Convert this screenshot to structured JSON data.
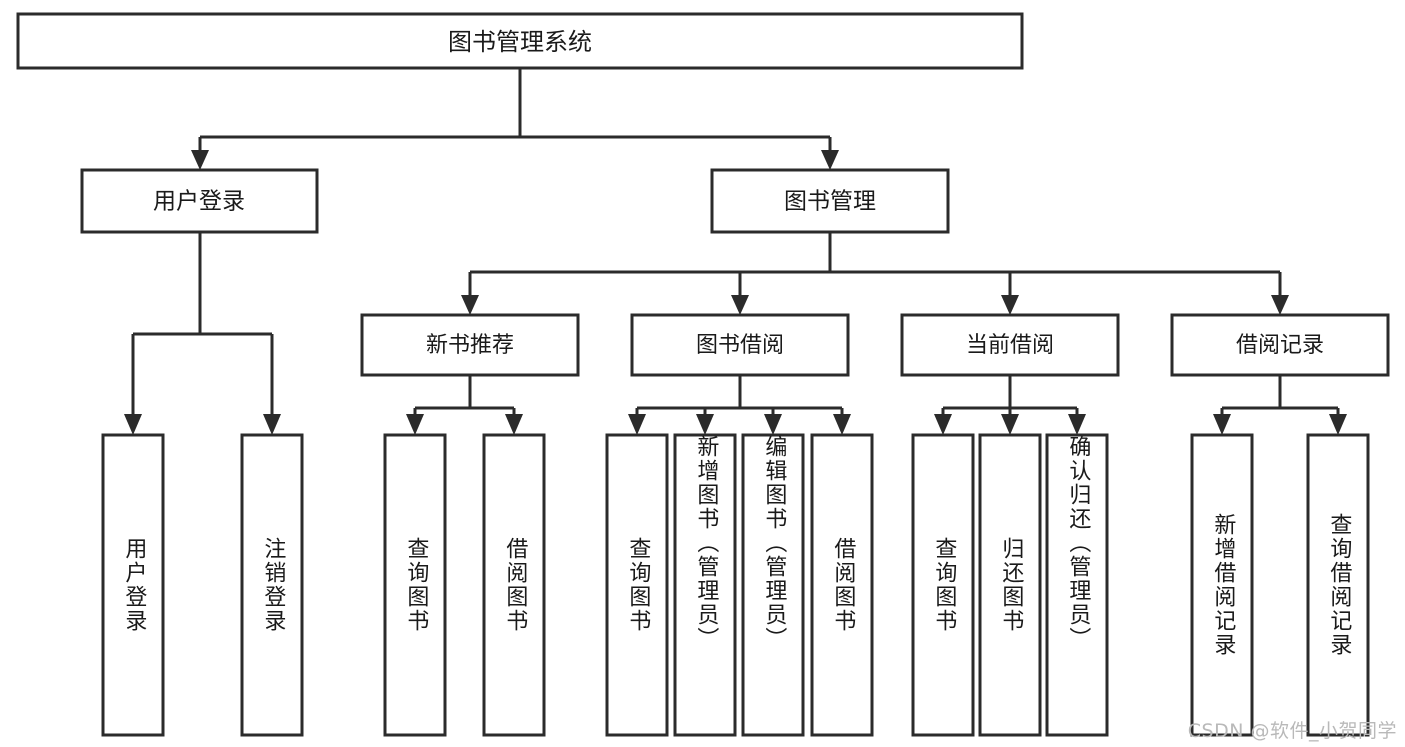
{
  "diagram": {
    "type": "tree-hierarchy",
    "title": "图书管理系统",
    "orientation": "top-down",
    "root": {
      "id": "root",
      "label": "图书管理系统"
    },
    "level2": [
      {
        "id": "user-login",
        "label": "用户登录"
      },
      {
        "id": "book-manage",
        "label": "图书管理"
      }
    ],
    "level3": [
      {
        "id": "new-book-rec",
        "label": "新书推荐",
        "parent": "book-manage"
      },
      {
        "id": "book-borrow",
        "label": "图书借阅",
        "parent": "book-manage"
      },
      {
        "id": "current-borrow",
        "label": "当前借阅",
        "parent": "book-manage"
      },
      {
        "id": "borrow-record",
        "label": "借阅记录",
        "parent": "book-manage"
      }
    ],
    "leaves": [
      {
        "id": "leaf-user-login",
        "label": "用户登录",
        "parent": "user-login"
      },
      {
        "id": "leaf-logout",
        "label": "注销登录",
        "parent": "user-login"
      },
      {
        "id": "leaf-query-book-1",
        "label": "查询图书",
        "parent": "new-book-rec"
      },
      {
        "id": "leaf-borrow-book-1",
        "label": "借阅图书",
        "parent": "new-book-rec"
      },
      {
        "id": "leaf-query-book-2",
        "label": "查询图书",
        "parent": "book-borrow"
      },
      {
        "id": "leaf-add-book",
        "label": "新增图书（管理员）",
        "parent": "book-borrow"
      },
      {
        "id": "leaf-edit-book",
        "label": "编辑图书（管理员）",
        "parent": "book-borrow"
      },
      {
        "id": "leaf-borrow-book-2",
        "label": "借阅图书",
        "parent": "book-borrow"
      },
      {
        "id": "leaf-query-book-3",
        "label": "查询图书",
        "parent": "current-borrow"
      },
      {
        "id": "leaf-return-book",
        "label": "归还图书",
        "parent": "current-borrow"
      },
      {
        "id": "leaf-confirm-return",
        "label": "确认归还（管理员）",
        "parent": "current-borrow"
      },
      {
        "id": "leaf-add-record",
        "label": "新增借阅记录",
        "parent": "borrow-record"
      },
      {
        "id": "leaf-query-record",
        "label": "查询借阅记录",
        "parent": "borrow-record"
      }
    ]
  },
  "watermark": {
    "text": "CSDN @软件_小贺同学"
  },
  "colors": {
    "stroke": "#2b2b2b",
    "fill": "#ffffff",
    "text": "#1a1a1a",
    "watermark": "#b9b9b9",
    "background": "#ffffff"
  }
}
